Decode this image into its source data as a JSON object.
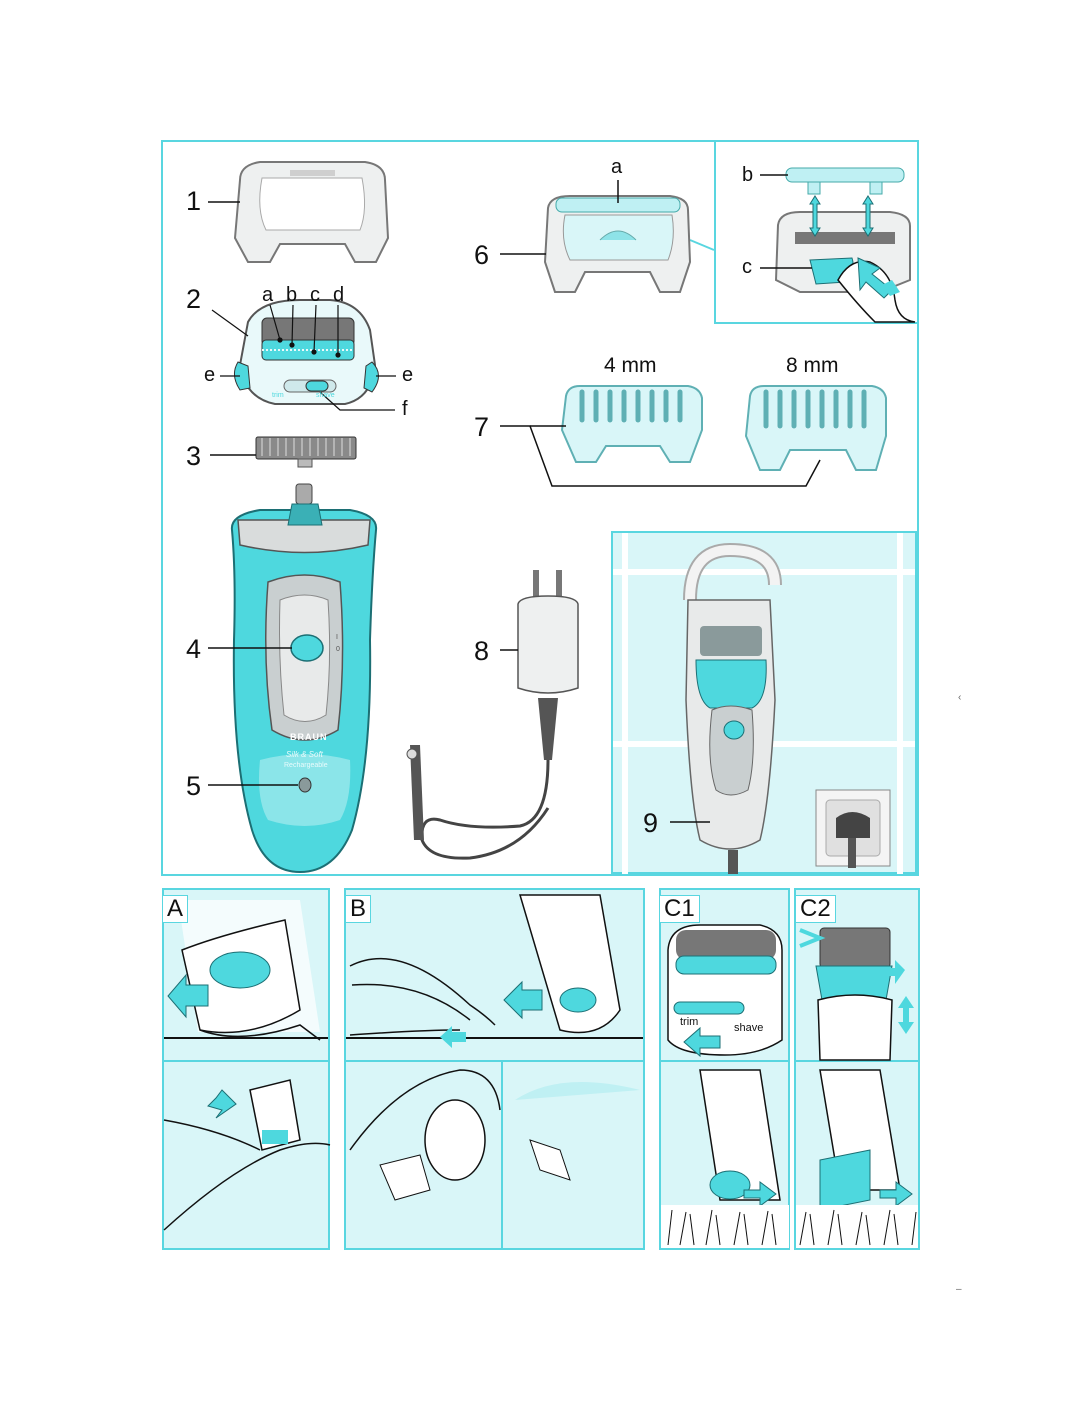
{
  "colors": {
    "accent": "#4ed8de",
    "accent_light": "#d9f6f8",
    "line": "#111111",
    "device_gray": "#d8dcdc"
  },
  "figure": {
    "callouts": {
      "c1": "1",
      "c2": "2",
      "c3": "3",
      "c4": "4",
      "c5": "5",
      "c6": "6",
      "c7": "7",
      "c8": "8",
      "c9": "9",
      "sub_a_top": "a",
      "sub_b_top": "b",
      "sub_c_top": "c",
      "sub_a": "a",
      "sub_b": "b",
      "sub_c": "c",
      "sub_d": "d",
      "sub_e_left": "e",
      "sub_e_right": "e",
      "sub_f": "f"
    },
    "comb_sizes": {
      "small": "4 mm",
      "large": "8 mm"
    },
    "device_labels": {
      "trim": "trim",
      "shave": "shave",
      "brand": "BRAUN",
      "model_1": "Silk & Soft",
      "model_2": "Rechargeable",
      "switch_1": "I",
      "switch_0": "0"
    },
    "panels": {
      "A": "A",
      "B": "B",
      "C1": "C1",
      "C2": "C2"
    },
    "c1_labels": {
      "trim": "trim",
      "shave": "shave"
    },
    "margin_marks": {
      "right": "‹",
      "bottom": "–"
    }
  }
}
